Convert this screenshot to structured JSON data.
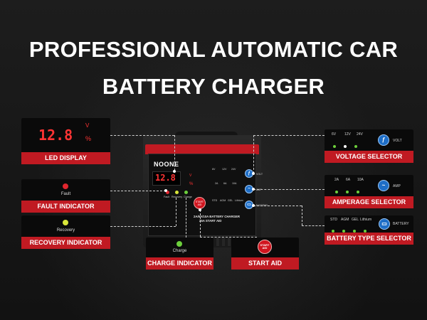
{
  "headline": {
    "line1": "PROFESSIONAL AUTOMATIC CAR",
    "line2": "BATTERY CHARGER"
  },
  "device": {
    "brand": "NOONE",
    "display_value": "12.8",
    "display_unit_volt": "V",
    "display_unit_percent": "%",
    "indicators": [
      "Fault",
      "Recovery",
      "Charge"
    ],
    "voltage_options": [
      "6V",
      "12V",
      "24V"
    ],
    "voltage_label": "VOLT",
    "amp_options": [
      "2A",
      "6A",
      "10A"
    ],
    "amp_label": "AMP",
    "battery_options": [
      "STD",
      "AGM",
      "GEL",
      "Lithium"
    ],
    "battery_label": "BATTERY",
    "start_button": "START AID",
    "model_line1": "2A/6A/10A BATTERY CHARGER",
    "model_line2": "25A START AID"
  },
  "callouts": {
    "led_display": {
      "label": "LED DISPLAY",
      "value": "12.8",
      "unit_v": "V",
      "unit_pct": "%"
    },
    "fault_indicator": {
      "label": "FAULT INDICATOR",
      "text": "Fault",
      "led_color": "#e0262e"
    },
    "recovery_indicator": {
      "label": "RECOVERY INDICATOR",
      "text": "Recovery",
      "led_color": "#d8e63a"
    },
    "charge_indicator": {
      "label": "CHARGE INDICATOR",
      "text": "Charge",
      "led_color": "#6ccf3c"
    },
    "start_aid": {
      "label": "START AID",
      "button_text": "START AID"
    },
    "voltage_selector": {
      "label": "VOLTAGE SELECTOR",
      "options": [
        "6V",
        "12V",
        "24V"
      ],
      "knob_label": "VOLT",
      "knob_icon": "volt-icon"
    },
    "amperage_selector": {
      "label": "AMPERAGE SELECTOR",
      "options": [
        "2A",
        "6A",
        "10A"
      ],
      "knob_label": "AMP",
      "knob_icon": "amp-icon"
    },
    "battery_type_selector": {
      "label": "BATTERY TYPE SELECTOR",
      "options": [
        "STD",
        "AGM",
        "GEL",
        "Lithium"
      ],
      "knob_label": "BATTERY",
      "knob_icon": "battery-icon"
    }
  },
  "colors": {
    "accent_red": "#c01a22",
    "lcd_red": "#ff3434",
    "selector_blue": "#1e6ec7",
    "led_green": "#6ccf3c"
  }
}
